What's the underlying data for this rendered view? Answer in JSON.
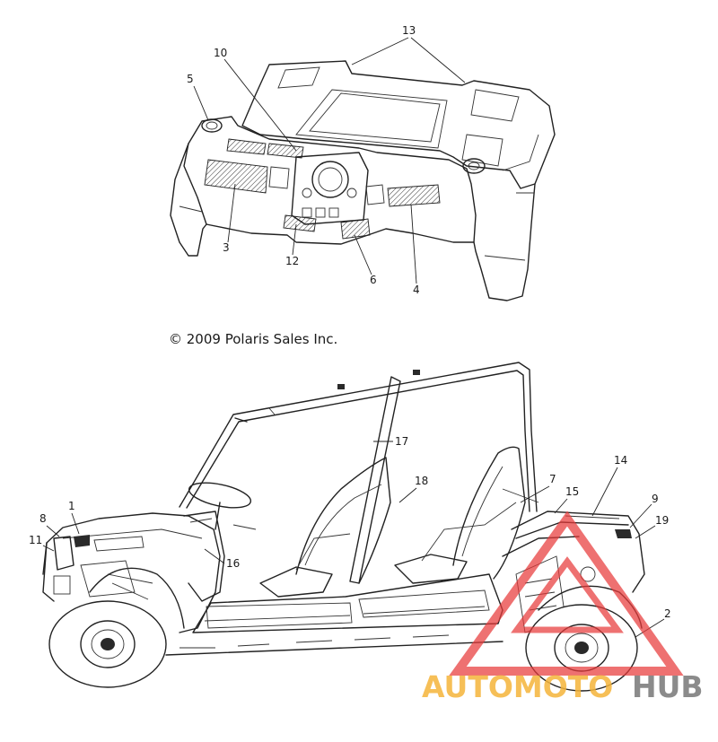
{
  "copyright": "© 2009 Polaris Sales Inc.",
  "callouts": {
    "c1": "1",
    "c2": "2",
    "c3": "3",
    "c4": "4",
    "c5": "5",
    "c6": "6",
    "c7": "7",
    "c8": "8",
    "c9": "9",
    "c10": "10",
    "c11": "11",
    "c12": "12",
    "c13": "13",
    "c14": "14",
    "c15": "15",
    "c16": "16",
    "c17": "17",
    "c18": "18",
    "c19": "19"
  },
  "watermark": {
    "brand_part1": "AUTOMOTO",
    "brand_part2": "HUB",
    "logo_color": "#e83a3a",
    "accent_color": "#f5b43a",
    "text_gray": "#777777"
  }
}
